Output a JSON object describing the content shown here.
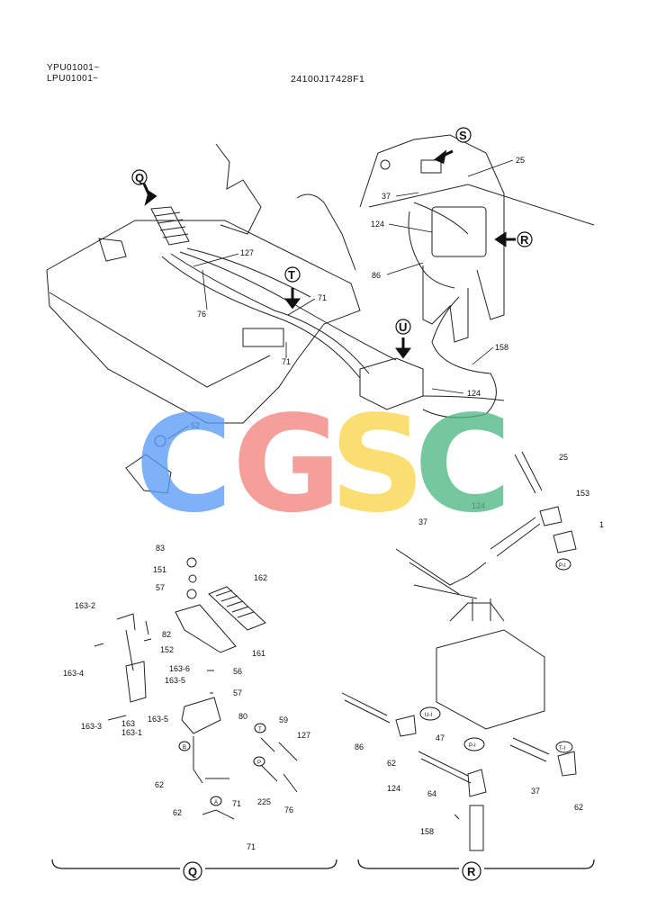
{
  "header": {
    "serial_1": "YPU01001~",
    "serial_2": "LPU01001~",
    "drawing_code": "24100J17428F1"
  },
  "watermark": {
    "letters": [
      "C",
      "G",
      "S",
      "C"
    ],
    "colors": [
      "#5a9cf6",
      "#f2857e",
      "#fbd64a",
      "#4fb885"
    ]
  },
  "view_markers": {
    "q": "Q",
    "s": "S",
    "t": "T",
    "u": "U",
    "r": "R"
  },
  "main_labels": {
    "l25": "25",
    "l37": "37",
    "l124a": "124",
    "l86": "86",
    "l127": "127",
    "l76": "76",
    "l71a": "71",
    "l71b": "71",
    "l158": "158",
    "l124b": "124",
    "l52": "52"
  },
  "detail_r_labels": {
    "l25": "25",
    "l153": "153",
    "l124": "124",
    "l1": "1",
    "l37a": "37",
    "l86": "86",
    "l62a": "62",
    "l47": "47",
    "l64": "64",
    "l124b": "124",
    "l37b": "37",
    "l62b": "62",
    "l158": "158"
  },
  "detail_q_labels": {
    "l83": "83",
    "l151": "151",
    "l57a": "57",
    "l162": "162",
    "l163_2": "163-2",
    "l82": "82",
    "l152": "152",
    "l161": "161",
    "l163_4": "163-4",
    "l163_6": "163-6",
    "l163_5a": "163-5",
    "l56": "56",
    "l57b": "57",
    "l163_3": "163-3",
    "l163": "163",
    "l163_1": "163-1",
    "l163_5b": "163-5",
    "l80": "80",
    "l59": "59",
    "l127": "127",
    "l62a": "62",
    "l71a": "71",
    "l225": "225",
    "l76": "76",
    "l62b": "62",
    "l71b": "71"
  },
  "small_circle_marks": {
    "b": "B",
    "a": "A",
    "t": "T",
    "p": "P",
    "ti": "T-I",
    "pi": "P-I",
    "ui": "U-I",
    "pi2": "P-I"
  },
  "section_labels": {
    "q": "Q",
    "r": "R"
  }
}
